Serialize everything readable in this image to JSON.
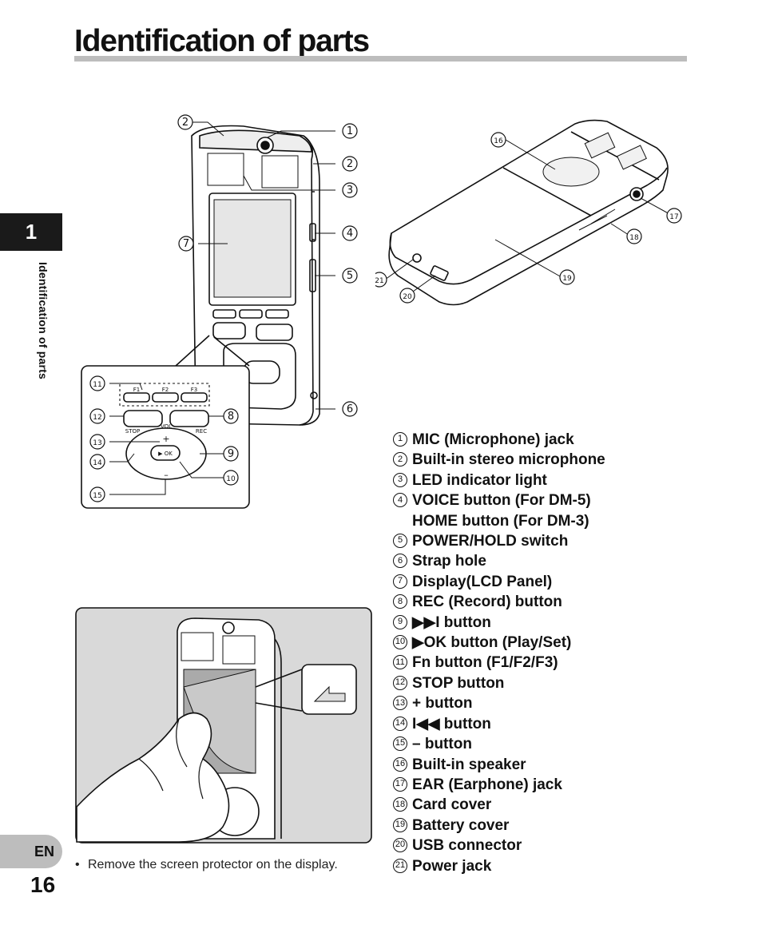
{
  "page": {
    "title": "Identification of parts",
    "chapter_number": "1",
    "side_label": "Identification of parts",
    "language": "EN",
    "page_number": "16"
  },
  "callouts": [
    "1",
    "2",
    "3",
    "4",
    "5",
    "6",
    "7",
    "8",
    "9",
    "10",
    "11",
    "12",
    "13",
    "14",
    "15",
    "16",
    "17",
    "18",
    "19",
    "20",
    "21"
  ],
  "figure_labels": {
    "f1": "F1",
    "f2": "F2",
    "f3": "F3",
    "stop": "STOP",
    "vol": "VOL",
    "rec": "REC",
    "plus": "+",
    "minus": "–",
    "ok": "▶ OK"
  },
  "legend": [
    {
      "num": "1",
      "bold": "MIC",
      "rest": " (Microphone) jack"
    },
    {
      "num": "2",
      "bold": "",
      "rest": "Built-in stereo microphone"
    },
    {
      "num": "3",
      "bold": "",
      "rest": "LED indicator light"
    },
    {
      "num": "4",
      "bold": "VOICE",
      "rest": " button (For DM-5)",
      "bold2": "HOME",
      "rest2": " button (For DM-3)"
    },
    {
      "num": "5",
      "bold": "POWER/HOLD",
      "rest": " switch"
    },
    {
      "num": "6",
      "bold": "",
      "rest": "Strap hole"
    },
    {
      "num": "7",
      "bold": "",
      "rest": "Display(LCD Panel)"
    },
    {
      "num": "8",
      "bold": "REC",
      "rest": " (Record) button"
    },
    {
      "num": "9",
      "bold": "▶▶I",
      "rest": " button"
    },
    {
      "num": "10",
      "bold": "▶OK",
      "rest": " button (Play/Set)"
    },
    {
      "num": "11",
      "bold": "Fn",
      "rest": " button (F1/F2/F3)"
    },
    {
      "num": "12",
      "bold": "STOP",
      "rest": " button"
    },
    {
      "num": "13",
      "bold": "",
      "rest": "+ button"
    },
    {
      "num": "14",
      "bold": "I◀◀",
      "rest": " button"
    },
    {
      "num": "15",
      "bold": "",
      "rest": "– button"
    },
    {
      "num": "16",
      "bold": "",
      "rest": "Built-in speaker"
    },
    {
      "num": "17",
      "bold": "EAR",
      "rest": " (Earphone) jack"
    },
    {
      "num": "18",
      "bold": "",
      "rest": "Card cover"
    },
    {
      "num": "19",
      "bold": "",
      "rest": "Battery cover"
    },
    {
      "num": "20",
      "bold": "",
      "rest": "USB connector"
    },
    {
      "num": "21",
      "bold": "",
      "rest": "Power jack"
    }
  ],
  "caption": {
    "bullet": "•",
    "text": "Remove the screen protector on the display."
  }
}
